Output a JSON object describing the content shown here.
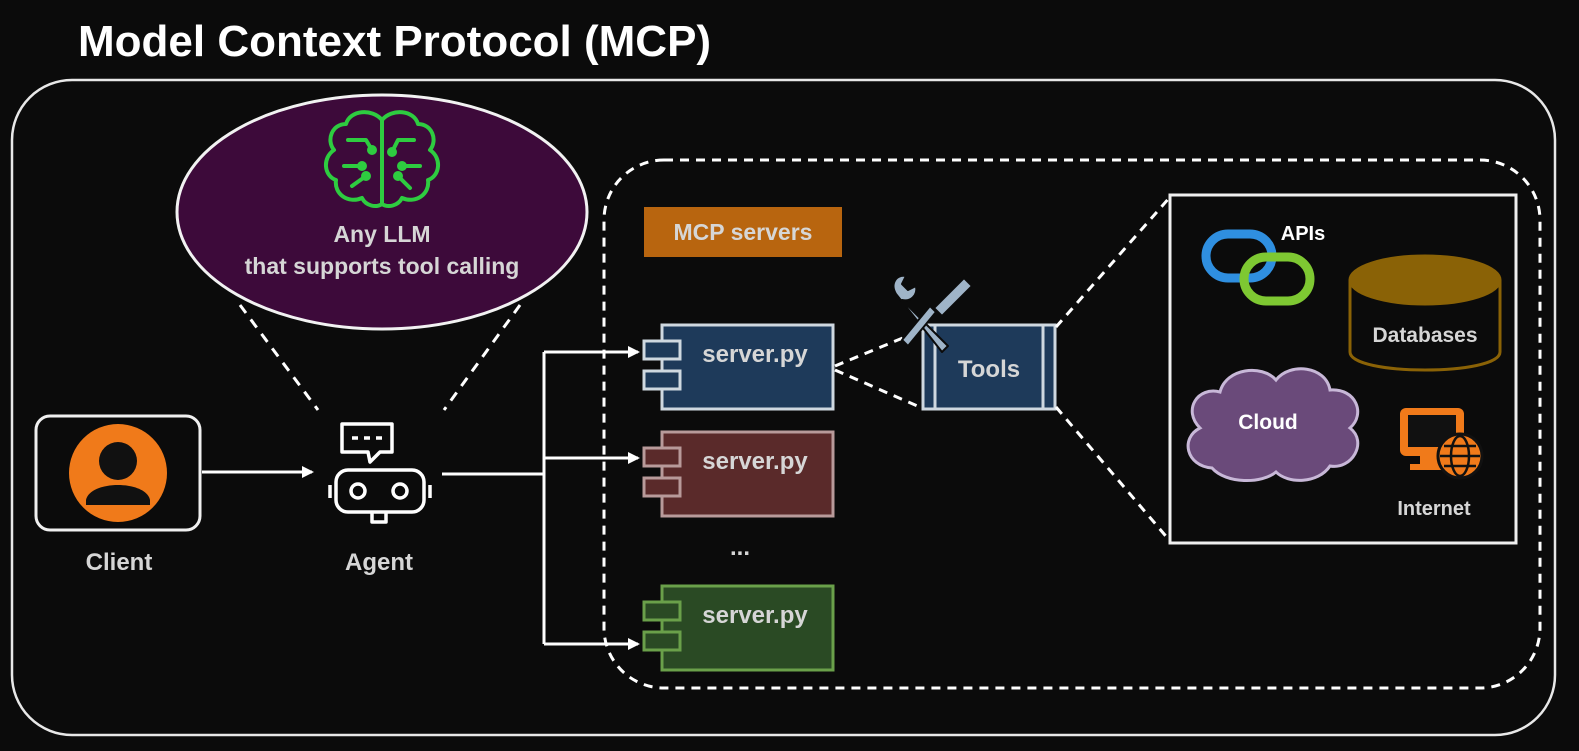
{
  "title": "Model Context Protocol (MCP)",
  "llm": {
    "line1": "Any LLM",
    "line2": "that supports tool calling"
  },
  "client": {
    "label": "Client"
  },
  "agent": {
    "label": "Agent"
  },
  "servers": {
    "group_label": "MCP servers",
    "items": [
      {
        "label": "server.py",
        "color": "#1e3a5a"
      },
      {
        "label": "server.py",
        "color": "#5a2a2a"
      },
      {
        "label": "server.py",
        "color": "#2a4a24"
      }
    ],
    "ellipsis": "..."
  },
  "tools": {
    "label": "Tools"
  },
  "resources": {
    "apis": "APIs",
    "databases": "Databases",
    "cloud": "Cloud",
    "internet": "Internet"
  },
  "colors": {
    "background": "#0b0b0b",
    "llm_fill": "#3d0a3a",
    "brain_green": "#2ecc40",
    "client_orange": "#f07a1a",
    "mcp_badge": "#b8650f",
    "db_gold": "#8a6206",
    "cloud_purple": "#6a4a7a"
  }
}
